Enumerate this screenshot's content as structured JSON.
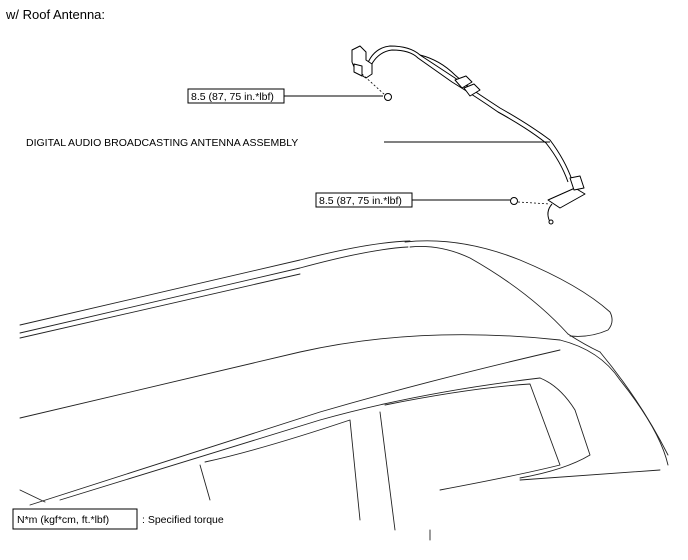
{
  "header": {
    "title": "w/ Roof Antenna:"
  },
  "callouts": {
    "torque_upper": "8.5 (87, 75 in.*lbf)",
    "torque_lower": "8.5 (87, 75 in.*lbf)",
    "part_name": "DIGITAL AUDIO BROADCASTING ANTENNA ASSEMBLY"
  },
  "legend": {
    "unit_box": "N*m (kgf*cm, ft.*lbf)",
    "description": ": Specified torque"
  }
}
